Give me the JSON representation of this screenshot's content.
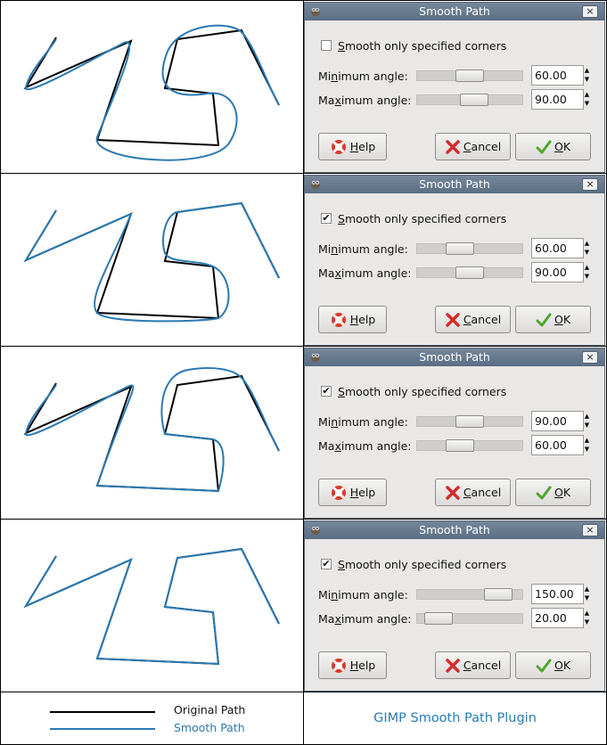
{
  "dialog": {
    "title": "Smooth Path",
    "close_glyph": "×",
    "checkbox_label_prefix": "S",
    "checkbox_label_rest": "mooth only specified corners",
    "min_label": [
      "Mi",
      "n",
      "imum angle:"
    ],
    "max_label": [
      "Ma",
      "x",
      "imum angle:"
    ],
    "help": [
      "",
      "H",
      "elp"
    ],
    "cancel": [
      "",
      "C",
      "ancel"
    ],
    "ok": [
      "",
      "O",
      "K"
    ],
    "icons": {
      "help": "lifebuoy-icon",
      "cancel": "red-x-icon",
      "ok": "green-check-icon",
      "title": "gimp-wilber-icon"
    }
  },
  "rows": [
    {
      "checked": false,
      "min": "60.00",
      "max": "90.00",
      "min_level": 0.5,
      "max_level": 0.56,
      "mode": "all"
    },
    {
      "checked": true,
      "min": "60.00",
      "max": "90.00",
      "min_level": 0.37,
      "max_level": 0.5,
      "mode": "specified"
    },
    {
      "checked": true,
      "min": "90.00",
      "max": "60.00",
      "min_level": 0.5,
      "max_level": 0.37,
      "mode": "inverse"
    },
    {
      "checked": true,
      "min": "150.00",
      "max": "20.00",
      "min_level": 0.87,
      "max_level": 0.09,
      "mode": "none"
    }
  ],
  "legend": {
    "original": "Original Path",
    "smooth": "Smooth Path",
    "original_color": "#000000",
    "smooth_color": "#2a7ab2"
  },
  "footer": {
    "title": "GIMP Smooth Path Plugin"
  }
}
